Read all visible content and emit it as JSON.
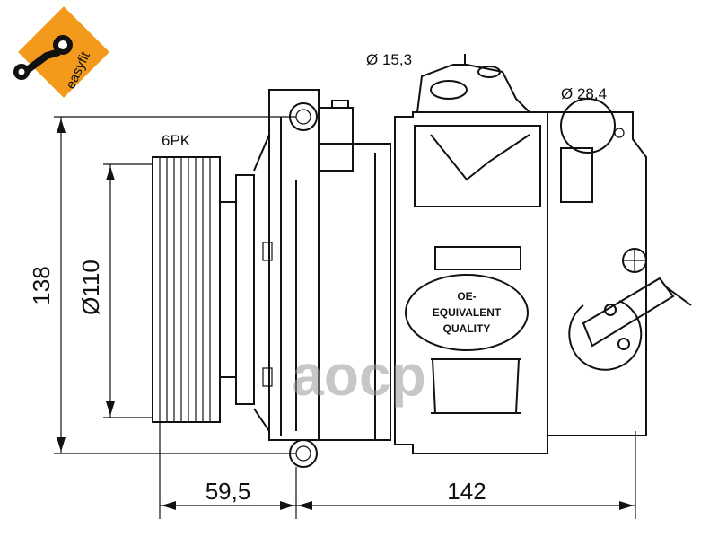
{
  "logo": {
    "text": "easyfit",
    "color": "#f39a1c"
  },
  "watermark": "aocp",
  "dimensions": {
    "inlet_diameter": "Ø 15,3",
    "outlet_diameter": "Ø 28,4",
    "belt": "6PK",
    "height": "138",
    "pulley_diameter": "Ø110",
    "pulley_offset": "59,5",
    "length": "142"
  },
  "badge": {
    "line1": "OE-",
    "line2": "EQUIVALENT",
    "line3": "QUALITY"
  }
}
